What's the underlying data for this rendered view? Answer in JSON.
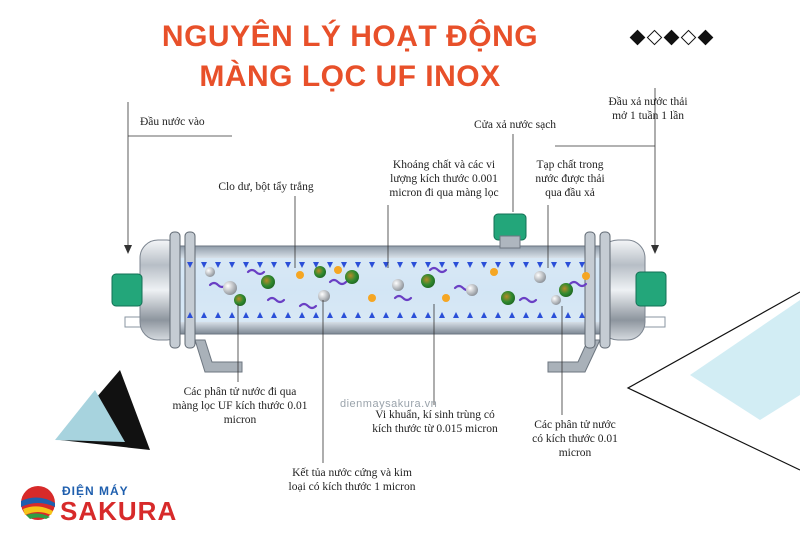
{
  "title": {
    "line1": "NGUYÊN LÝ HOẠT ĐỘNG",
    "line2": "MÀNG LỌC UF INOX"
  },
  "labels": {
    "inlet": "Đầu nước vào",
    "clean_outlet": "Cửa xả nước sạch",
    "waste_outlet_l1": "Đầu xả nước thải",
    "waste_outlet_l2": "mở 1 tuần 1 lần",
    "chlorine": "Clo dư, bột tẩy trắng",
    "minerals_l1": "Khoáng chất và các vi",
    "minerals_l2": "lượng kích thước 0.001",
    "minerals_l3": "micron đi qua màng lọc",
    "impurities_l1": "Tạp chất trong",
    "impurities_l2": "nước được thải",
    "impurities_l3": "qua đầu xả",
    "water_left_l1": "Các phân tử nước đi qua",
    "water_left_l2": "màng lọc UF kích thước 0.01",
    "water_left_l3": "micron",
    "bacteria_l1": "Vi khuẩn, kí sinh trùng có",
    "bacteria_l2": "kích thước từ 0.015 micron",
    "water_right_l1": "Các phân tử nước",
    "water_right_l2": "có kích thước 0.01",
    "water_right_l3": "micron",
    "scale_l1": "Kết tủa nước cứng và kim",
    "scale_l2": "loại có kích thước 1 micron"
  },
  "watermark": "dienmaysakura.vn",
  "logo": {
    "top": "ĐIỆN MÁY",
    "main": "SAKURA"
  },
  "colors": {
    "title": "#e8502a",
    "cap_green": "#23a67a",
    "particle_green": "#2f8a2f",
    "particle_orange": "#f5a623",
    "particle_gray": "#9aa0a6",
    "arrow_blue": "#2b4fd8",
    "squiggle_purple": "#6a3fc4",
    "logo_red": "#d72a2a",
    "logo_blue": "#1f5fae"
  }
}
